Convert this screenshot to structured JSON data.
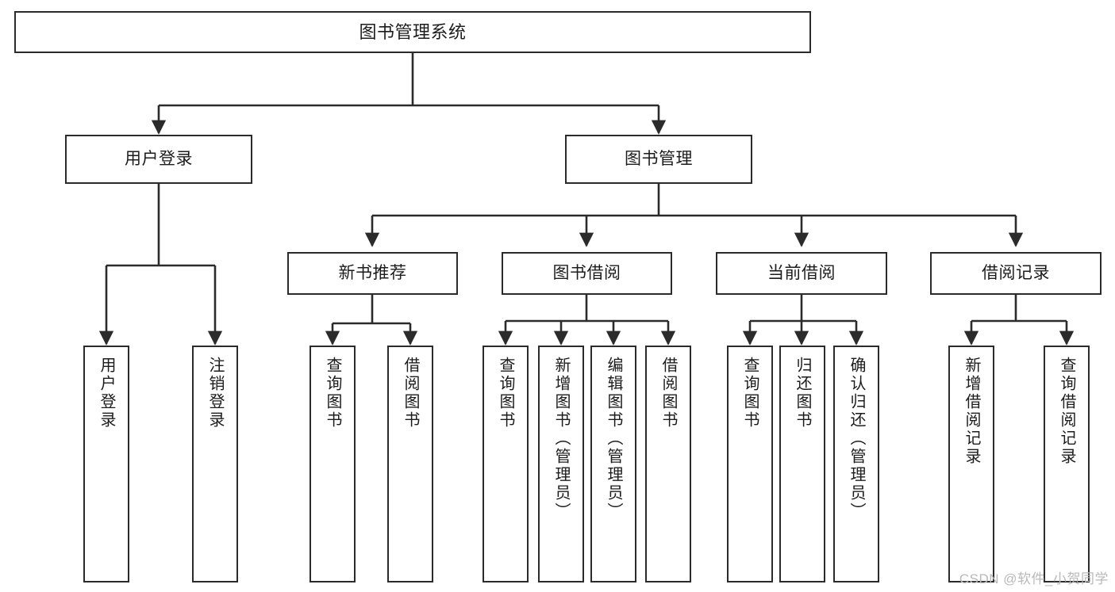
{
  "diagram": {
    "title": "图书管理系统",
    "type": "functional-decomposition-tree",
    "colors": {
      "box_border": "#2b2b2b",
      "box_fill": "#ffffff",
      "connector": "#2b2b2b",
      "text": "#1c1c1c",
      "watermark": "#b9b9b9",
      "background": "#ffffff"
    },
    "watermark": "CSDN @软件_小贺同学",
    "nodes": {
      "root": {
        "label": "图书管理系统"
      },
      "level1": [
        {
          "label": "用户登录"
        },
        {
          "label": "图书管理"
        }
      ],
      "level2": [
        {
          "label": "新书推荐"
        },
        {
          "label": "图书借阅"
        },
        {
          "label": "当前借阅"
        },
        {
          "label": "借阅记录"
        }
      ],
      "leaves": {
        "user_login": [
          {
            "label": "用户登录"
          },
          {
            "label": "注销登录"
          }
        ],
        "new_book_recommend": [
          {
            "label": "查询图书"
          },
          {
            "label": "借阅图书"
          }
        ],
        "book_borrow": [
          {
            "label": "查询图书"
          },
          {
            "label": "新增图书（管理员）"
          },
          {
            "label": "编辑图书（管理员）"
          },
          {
            "label": "借阅图书"
          }
        ],
        "current_borrow": [
          {
            "label": "查询图书"
          },
          {
            "label": "归还图书"
          },
          {
            "label": "确认归还（管理员）"
          }
        ],
        "borrow_record": [
          {
            "label": "新增借阅记录"
          },
          {
            "label": "查询借阅记录"
          }
        ]
      }
    }
  }
}
